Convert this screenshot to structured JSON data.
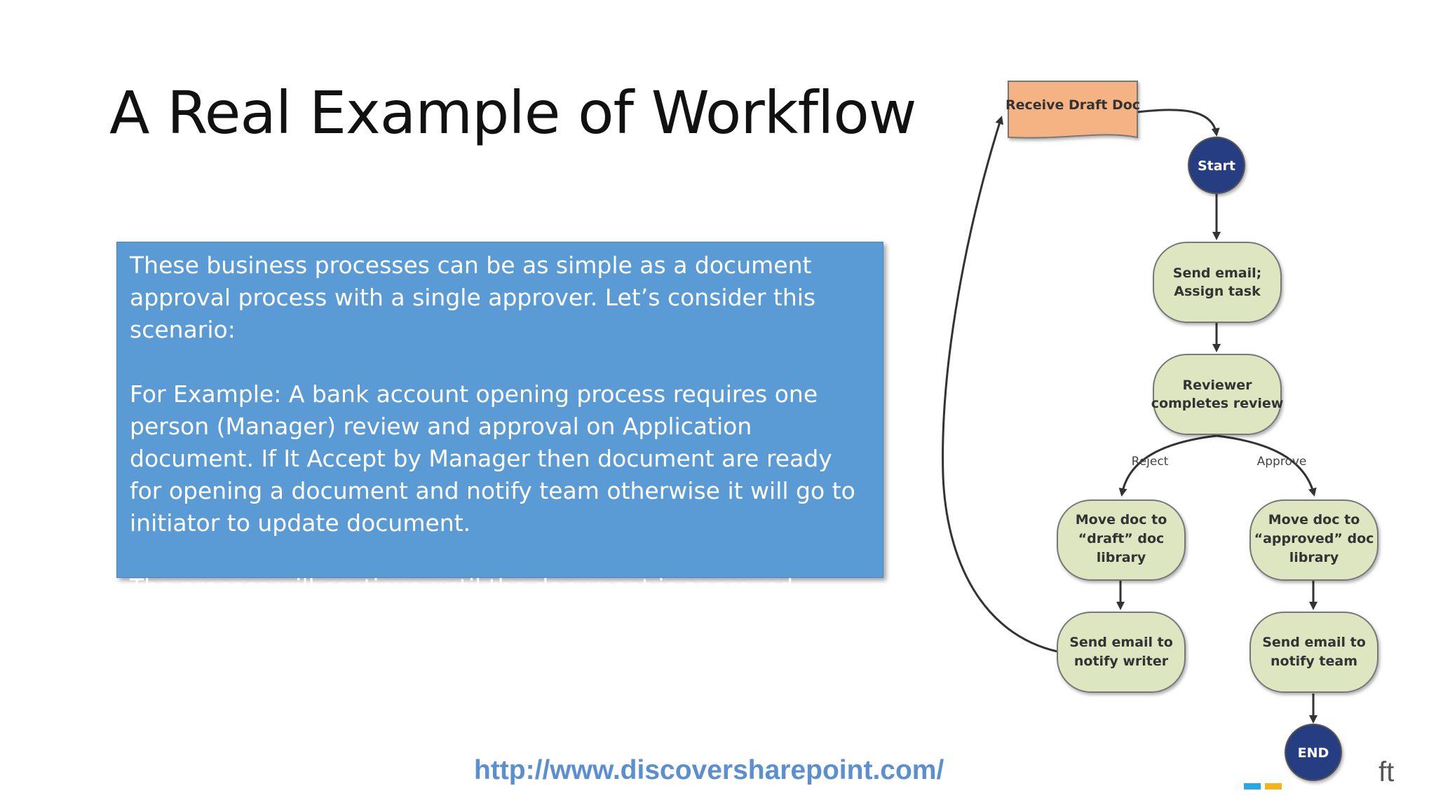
{
  "slide": {
    "title": "A Real Example of Workflow",
    "paragraphs": [
      "These business processes can be as simple as a document approval process with a single approver.  Let’s consider this scenario:",
      "For Example: A bank account opening process requires one person (Manager) review and approval on Application document. If It Accept by Manager then document are ready for opening a document and notify team otherwise it will go to initiator to update document.",
      "The process will continue until the document is approved."
    ],
    "url": "http://www.discoversharepoint.com/",
    "logo_text": "ft"
  },
  "diagram": {
    "nodes": {
      "receive": {
        "lines": [
          "Receive Draft Doc"
        ]
      },
      "start": {
        "lines": [
          "Start"
        ]
      },
      "send_email": {
        "lines": [
          "Send email;",
          "Assign task"
        ]
      },
      "reviewer": {
        "lines": [
          "Reviewer",
          "completes review"
        ]
      },
      "move_draft": {
        "lines": [
          "Move doc to",
          "“draft” doc",
          "library"
        ]
      },
      "move_approved": {
        "lines": [
          "Move doc to",
          "“approved” doc",
          "library"
        ]
      },
      "notify_writer": {
        "lines": [
          "Send email to",
          "notify writer"
        ]
      },
      "notify_team": {
        "lines": [
          "Send email to",
          "notify team"
        ]
      },
      "end": {
        "lines": [
          "END"
        ]
      }
    },
    "edge_labels": {
      "reject": "Reject",
      "approve": "Approve"
    },
    "colors": {
      "doc_fill": "#f5b384",
      "circle_fill": "#253e82",
      "box_fill": "#dde6c0",
      "box_stroke": "#777"
    }
  }
}
